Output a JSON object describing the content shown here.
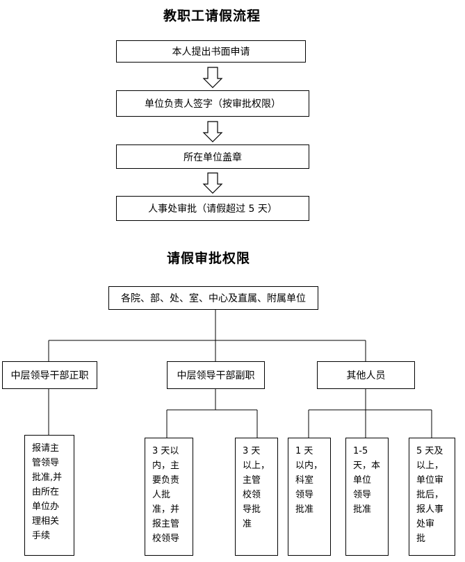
{
  "flow": {
    "title": "教职工请假流程",
    "steps": [
      "本人提出书面申请",
      "单位负责人签字（按审批权限）",
      "所在单位盖章",
      "人事处审批（请假超过 5 天）"
    ]
  },
  "authority": {
    "title": "请假审批权限",
    "root": "各院、部、处、室、中心及直属、附属单位",
    "categories": [
      "中层领导干部正职",
      "中层领导干部副职",
      "其他人员"
    ],
    "rules": {
      "zhengzhi": [
        "报请主",
        "管领导",
        "批准,并",
        "由所在",
        "单位办",
        "理相关",
        "手续"
      ],
      "fuzhi_short": [
        "3 天以",
        "内，主",
        "要负责",
        "人批",
        "准，并",
        "报主管",
        "校领导"
      ],
      "fuzhi_long": [
        "3 天",
        "以上，",
        "主管",
        "校领",
        "导批",
        "准"
      ],
      "other_1": [
        "1 天",
        "以内，",
        "科室",
        "领导",
        "批准"
      ],
      "other_2": [
        "1-5",
        "天，本",
        "单位",
        "领导",
        "批准"
      ],
      "other_3": [
        "5 天及",
        "以上，",
        "单位审",
        "批后，",
        "报人事",
        "处审",
        "批"
      ]
    }
  }
}
